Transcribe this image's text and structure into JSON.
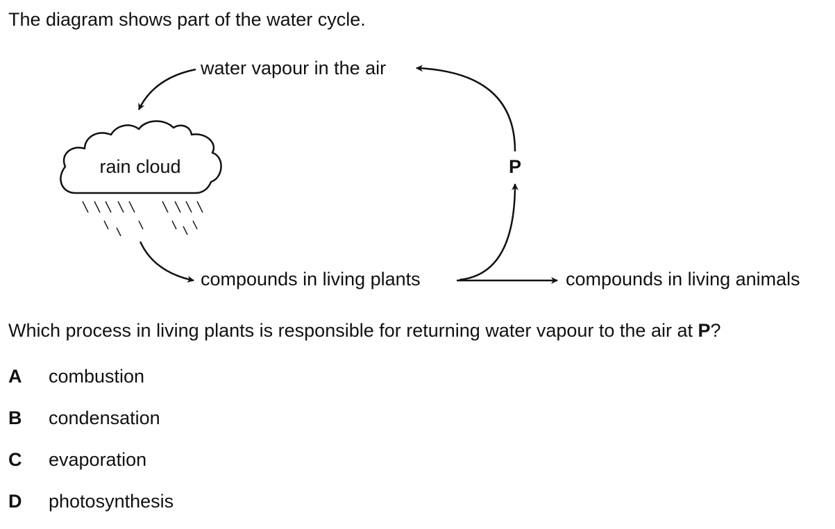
{
  "intro": "The diagram shows part of the water cycle.",
  "diagram": {
    "nodes": {
      "water_vapour": "water vapour in the air",
      "rain_cloud": "rain cloud",
      "plants": "compounds in living plants",
      "animals": "compounds in living animals"
    },
    "process_label": "P",
    "edges": [
      {
        "from": "water_vapour",
        "to": "rain_cloud"
      },
      {
        "from": "rain_cloud",
        "to": "plants"
      },
      {
        "from": "plants",
        "to": "animals"
      },
      {
        "from": "plants",
        "to": "water_vapour",
        "label": "P"
      }
    ]
  },
  "question": {
    "before": "Which process in living plants is responsible for returning water vapour to the air at ",
    "bold": "P",
    "after": "?"
  },
  "options": [
    {
      "letter": "A",
      "text": "combustion"
    },
    {
      "letter": "B",
      "text": "condensation"
    },
    {
      "letter": "C",
      "text": "evaporation"
    },
    {
      "letter": "D",
      "text": "photosynthesis"
    }
  ]
}
